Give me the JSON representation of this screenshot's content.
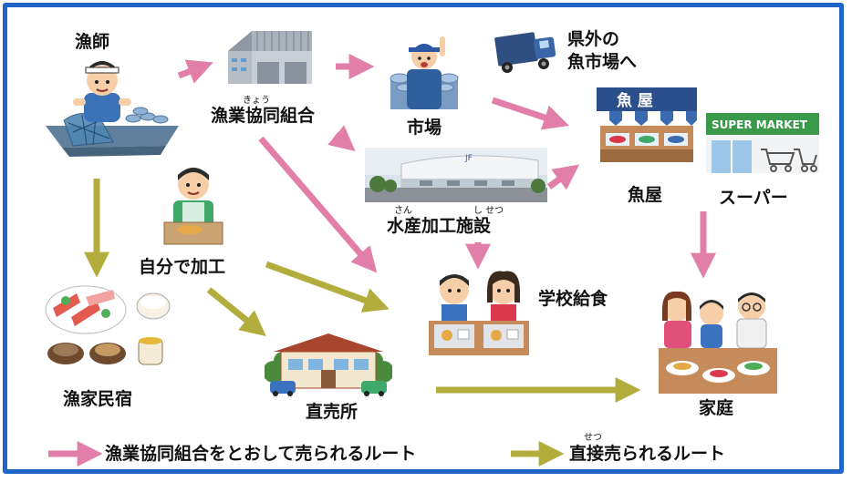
{
  "nodes": {
    "fisherman": "漁師",
    "coop": "漁業協同組合",
    "coop_ruby": "きょう",
    "market": "市場",
    "outside_line1": "県外の",
    "outside_line2": "魚市場へ",
    "processing": "水産加工施設",
    "processing_ruby_san": "さん",
    "processing_ruby_shisetsu": "し せつ",
    "fish_shop": "魚屋",
    "fish_shop_sign": "魚 屋",
    "supermarket": "スーパー",
    "supermarket_sign": "SUPER MARKET",
    "self_processing": "自分で加工",
    "school_lunch": "学校給食",
    "family_inn": "漁家民宿",
    "direct_store": "直売所",
    "home": "家庭",
    "processing_plant_logo": "JF"
  },
  "legend": {
    "coop_route": "漁業協同組合をとおして売られるルート",
    "direct_route": "直接売られるルート",
    "direct_ruby": "せつ"
  },
  "colors": {
    "frame": "#1f66c8",
    "coop_route_arrow": "#e27fa8",
    "direct_route_arrow": "#b3ad3e"
  }
}
